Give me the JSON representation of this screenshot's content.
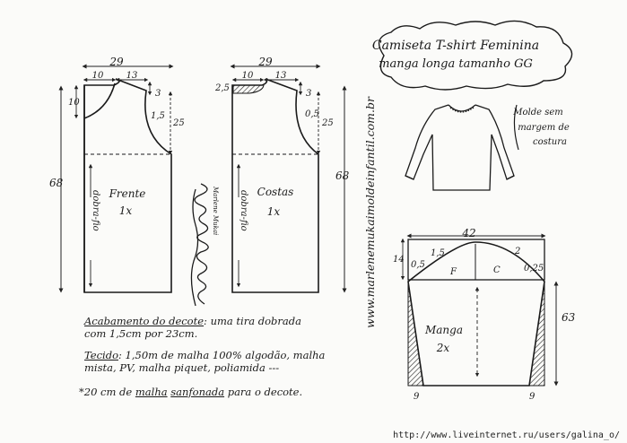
{
  "title": {
    "line1": "Camiseta T-shirt Feminina",
    "line2": "manga longa tamanho GG"
  },
  "front": {
    "width": "29",
    "neck_w": "10",
    "shoulder": "13",
    "drop": "3",
    "neck_d": "10",
    "arm_in": "1,5",
    "armhole": "25",
    "length": "68",
    "fold": "dobra-fio",
    "label": "Frente",
    "qty": "1x"
  },
  "back": {
    "width": "29",
    "neck_w": "10",
    "shoulder": "13",
    "drop": "3",
    "neck_d": "2,5",
    "arm_in": "0,5",
    "armhole": "25",
    "length": "68",
    "fold": "dobra-fio",
    "label": "Costas",
    "qty": "1x"
  },
  "signature": "Marlene Mukai",
  "website": "www.marlenemukaimoldeinfantil.com.br",
  "note_box": {
    "line1": "Molde sem",
    "line2": "margem de",
    "line3": "costura"
  },
  "sleeve": {
    "width": "42",
    "cap_h": "14",
    "front_d": "1,5",
    "back_d": "2",
    "side_l": "0,5",
    "side_r": "0,25",
    "front_mark": "F",
    "back_mark": "C",
    "length": "63",
    "hem_l": "9",
    "hem_r": "9",
    "label": "Manga",
    "qty": "2x"
  },
  "notes": {
    "n1_title": "Acabamento do decote",
    "n1_rest": ": uma tira dobrada",
    "n1_line2": "com 1,5cm por 23cm.",
    "n2_title": "Tecido",
    "n2_rest": ": 1,50m de malha 100% algodão, malha",
    "n2_line2": "mista, PV, malha piquet, poliamida ---",
    "n3_a": "*20 cm de ",
    "n3_b": "malha",
    "n3_c": " ",
    "n3_d": "sanfonada",
    "n3_e": " para o decote."
  },
  "footer": "http://www.liveinternet.ru/users/galina_o/"
}
